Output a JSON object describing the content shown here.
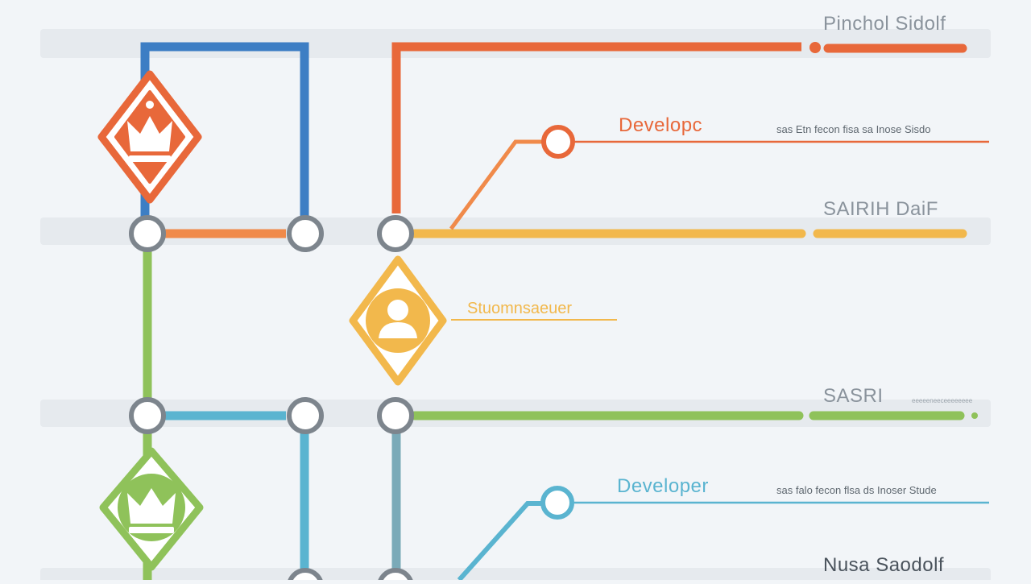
{
  "colors": {
    "background": "#f2f5f8",
    "blue": "#3d7ec4",
    "orange": "#e8683a",
    "orange_light": "#f08a4a",
    "yellow": "#f2b84c",
    "green": "#8fc25a",
    "teal": "#5ab4d0",
    "teal_gray": "#7aaab8",
    "node_ring": "#7d858d",
    "track": "#e3e7eb"
  },
  "icons": {
    "top_left_badge": "crown-icon",
    "middle_badge": "person-icon",
    "bottom_left_badge": "crown-icon"
  },
  "labels": {
    "header_right": "Pinchol Sidolf",
    "developer_top": "Developc",
    "developer_top_caption": "sas Etn fecon fisa sa Inose Sisdo",
    "mid_right": "SAIRIH DaiF",
    "student_label": "Stuomnsaeuer",
    "lower_right": "SASRI",
    "lower_right_tiny": "eeeeeneeceeeeeeee",
    "developer_bottom": "Developer",
    "developer_bottom_caption": "sas falo fecon flsa ds Inoser Stude",
    "footer_right": "Nusa Saodolf"
  }
}
